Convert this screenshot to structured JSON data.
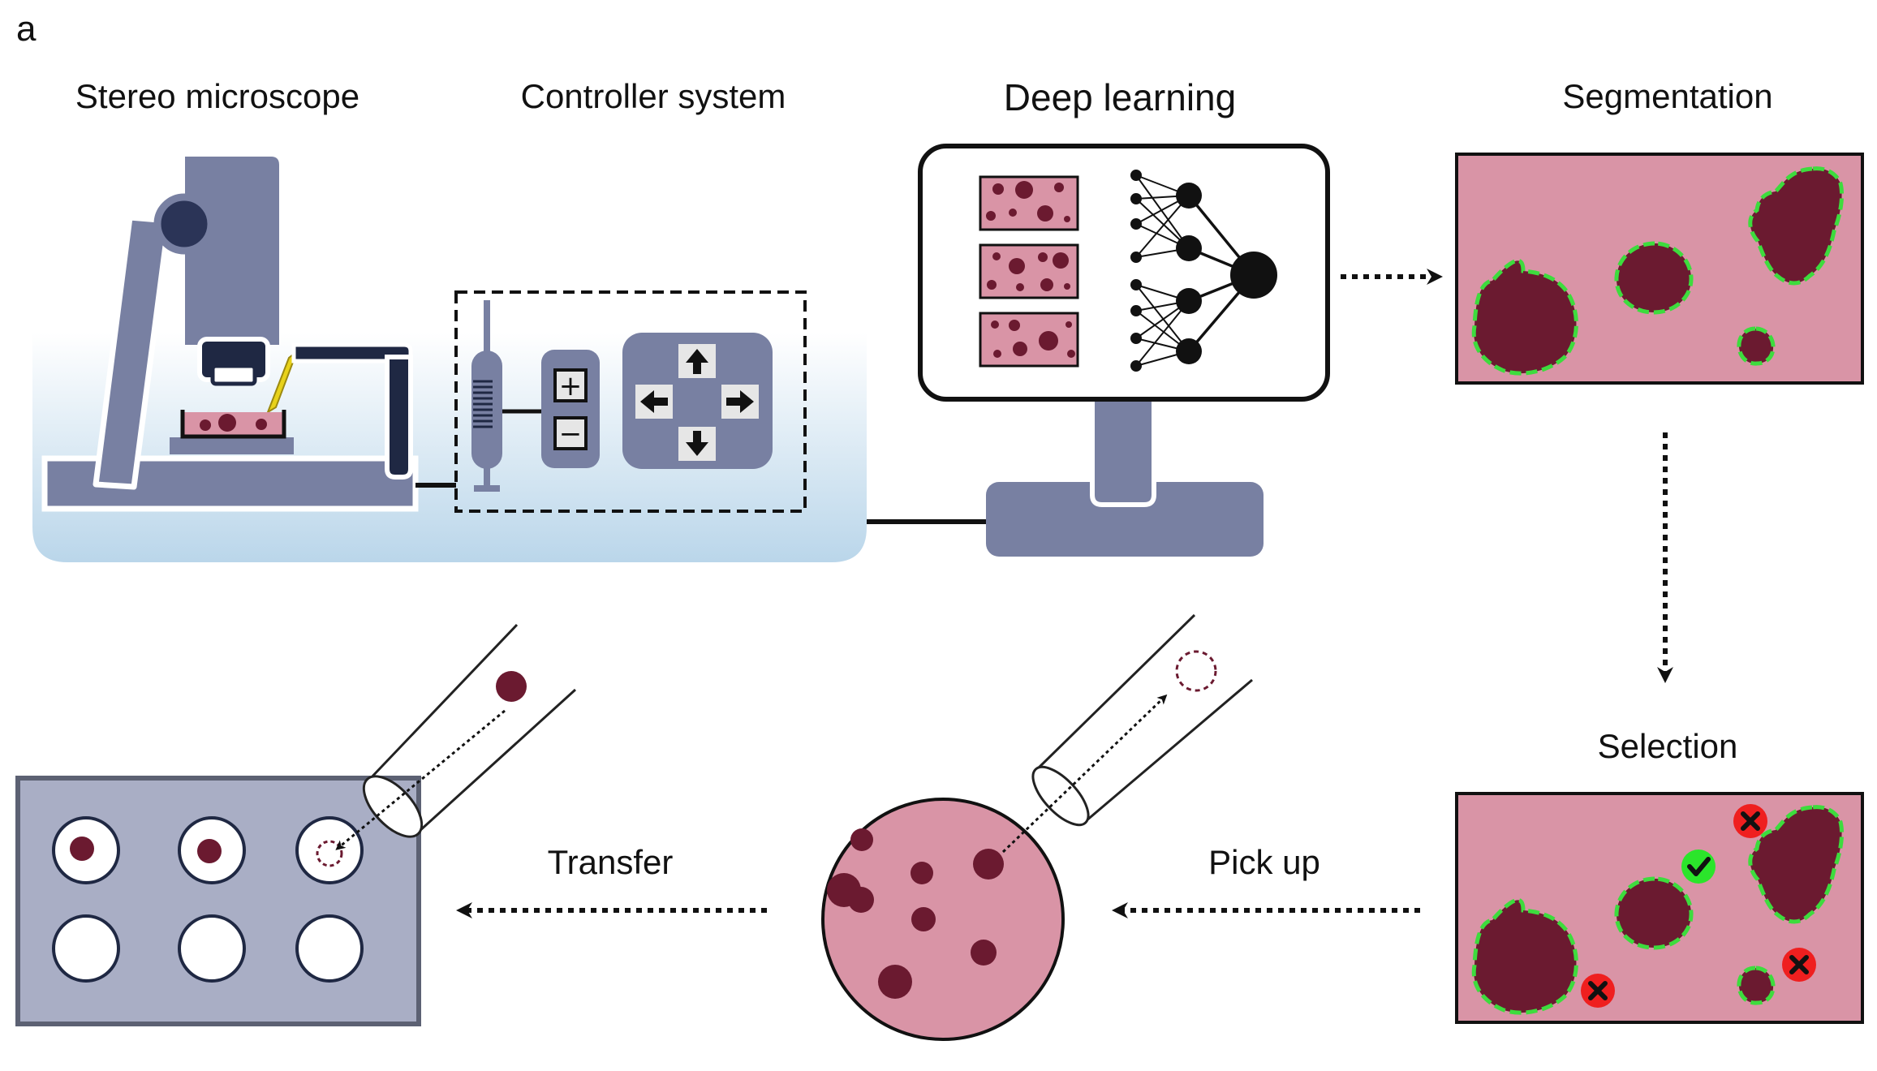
{
  "panel_letter": "a",
  "labels": {
    "stereo_microscope": "Stereo microscope",
    "controller_system": "Controller system",
    "deep_learning": "Deep learning",
    "segmentation": "Segmentation",
    "selection": "Selection",
    "pick_up": "Pick up",
    "transfer": "Transfer"
  },
  "controller": {
    "plus": "+",
    "minus": "−"
  },
  "colors": {
    "device_gray": "#7880a2",
    "dark_navy": "#1f2843",
    "tissue_pink": "#d994a6",
    "organoid": "#6b1a30",
    "outline_green": "#3ddc3d",
    "accept_green": "#2be52b",
    "reject_red": "#ef1f1f",
    "plate_gray": "#a9aec5",
    "bench_gradient_bottom": "#bad6ea"
  }
}
